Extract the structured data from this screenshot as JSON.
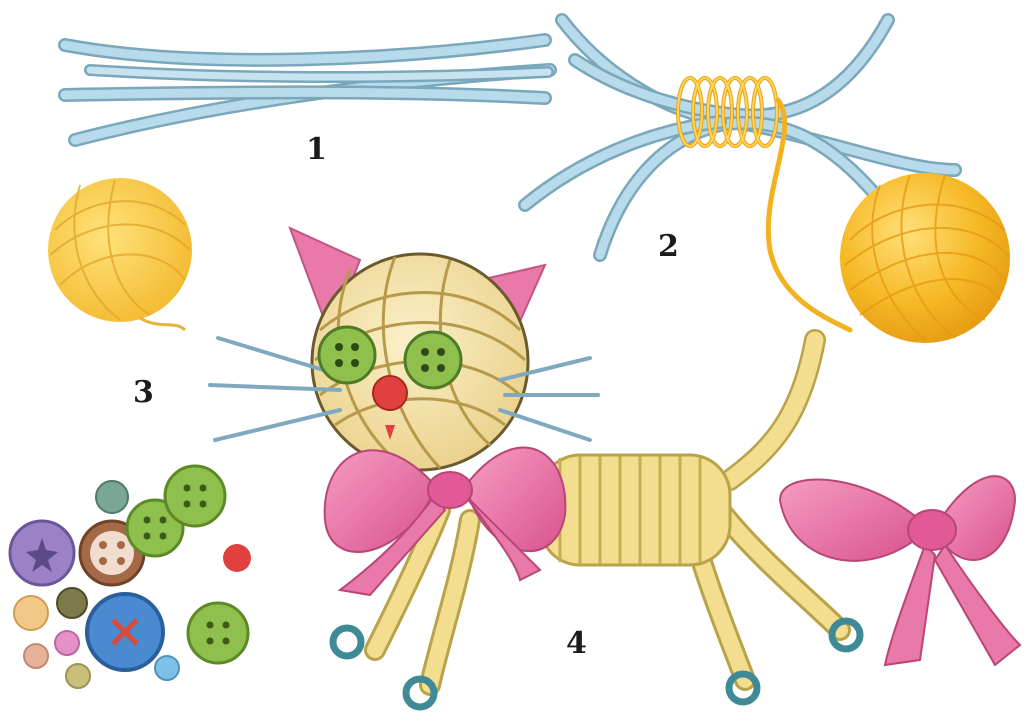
{
  "steps": {
    "one": "1",
    "two": "2",
    "three": "3",
    "four": "4"
  },
  "colors": {
    "wire": "#a9cfe0",
    "wire_edge": "#7aa7bb",
    "yarn": "#f7c23c",
    "yarn_light": "#f3dd8f",
    "ribbon": "#e879a8",
    "button_green": "#8fbf4d",
    "nose_red": "#e0413f"
  },
  "icons": [
    "wire-bundle",
    "wire-wrap",
    "yarn-ball",
    "yarn-cat",
    "buttons",
    "ribbon-bow"
  ]
}
